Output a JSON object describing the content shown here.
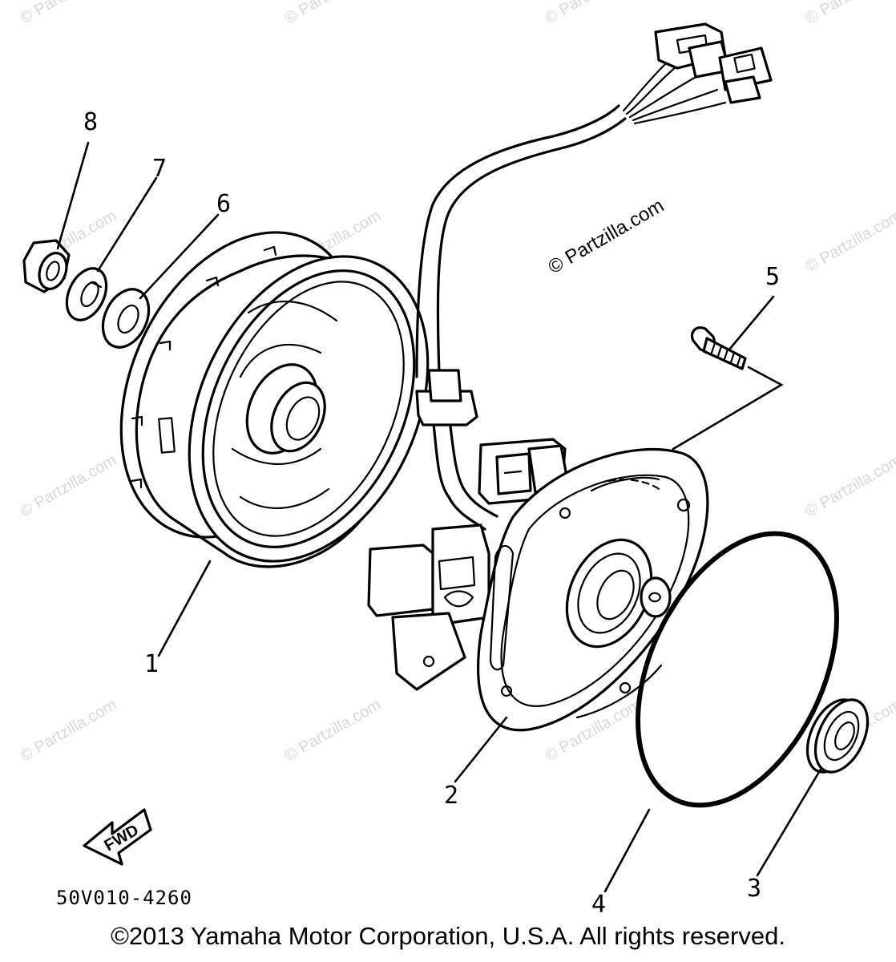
{
  "diagram": {
    "callouts": {
      "flywheel": "1",
      "stator": "2",
      "bearing": "3",
      "oring": "4",
      "screw": "5",
      "plain_washer": "6",
      "lock_washer": "7",
      "nut": "8"
    },
    "direction_label": "FWD",
    "part_code": "50V010-4260",
    "watermark": "© Partzilla.com",
    "copyright": "©2013 Yamaha Motor Corporation, U.S.A. All rights reserved."
  }
}
